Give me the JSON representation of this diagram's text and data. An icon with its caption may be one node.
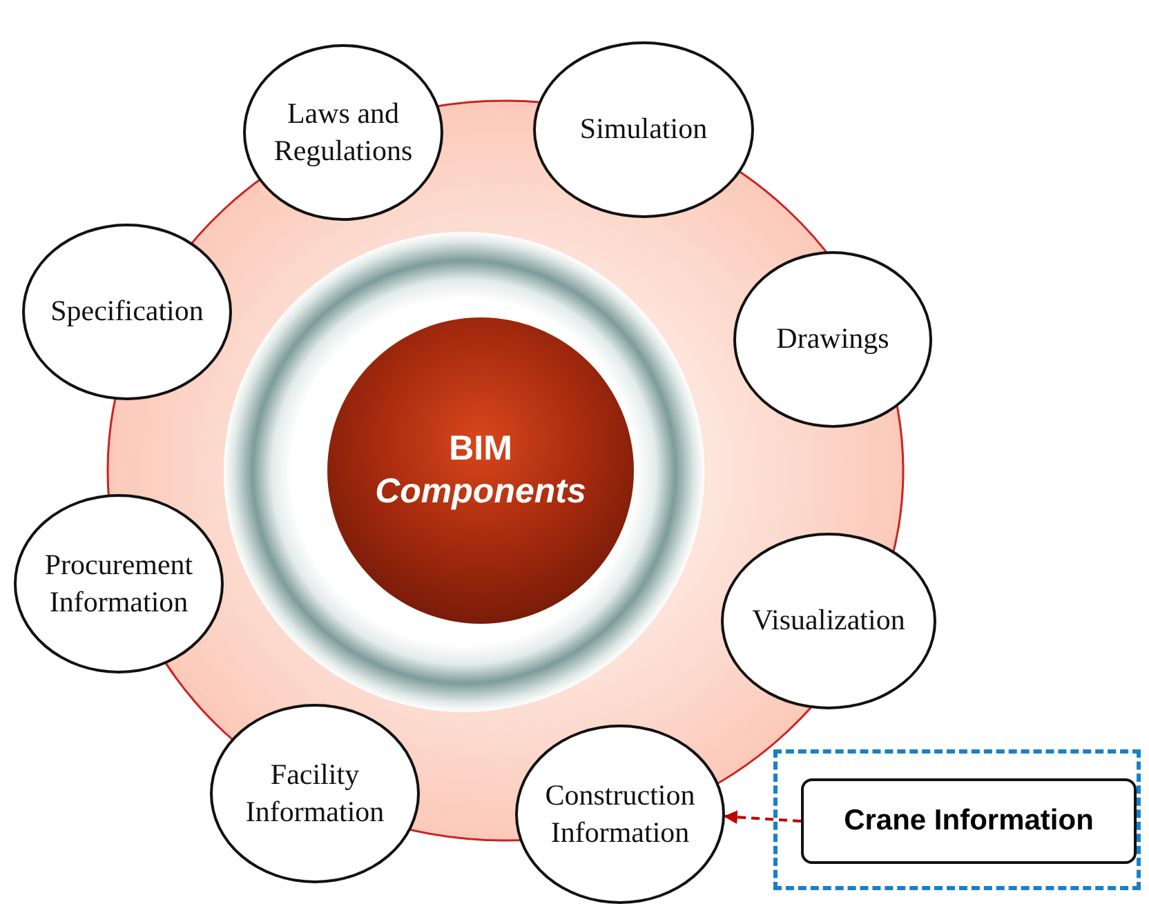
{
  "diagram": {
    "nodes": [
      {
        "text": [
          "BIM",
          "Components"
        ]
      },
      {
        "text": [
          "Laws and Regulations"
        ]
      },
      {
        "text": [
          "Simulation"
        ]
      },
      {
        "text": [
          "Drawings"
        ]
      },
      {
        "text": [
          "Visualization"
        ]
      },
      {
        "text": [
          "Construction Information"
        ]
      },
      {
        "text": [
          "Facility Information"
        ]
      },
      {
        "text": [
          "Procurement Information"
        ]
      },
      {
        "text": [
          "Specification"
        ]
      },
      {
        "text": [],
        "shape": "box"
      },
      {
        "text": [
          "Crane Information"
        ],
        "in": 9
      }
    ],
    "edges": [
      {
        "from": 10,
        "to": 5,
        "arrow": "to",
        "style": "dashed",
        "color": "#c00000"
      }
    ]
  }
}
